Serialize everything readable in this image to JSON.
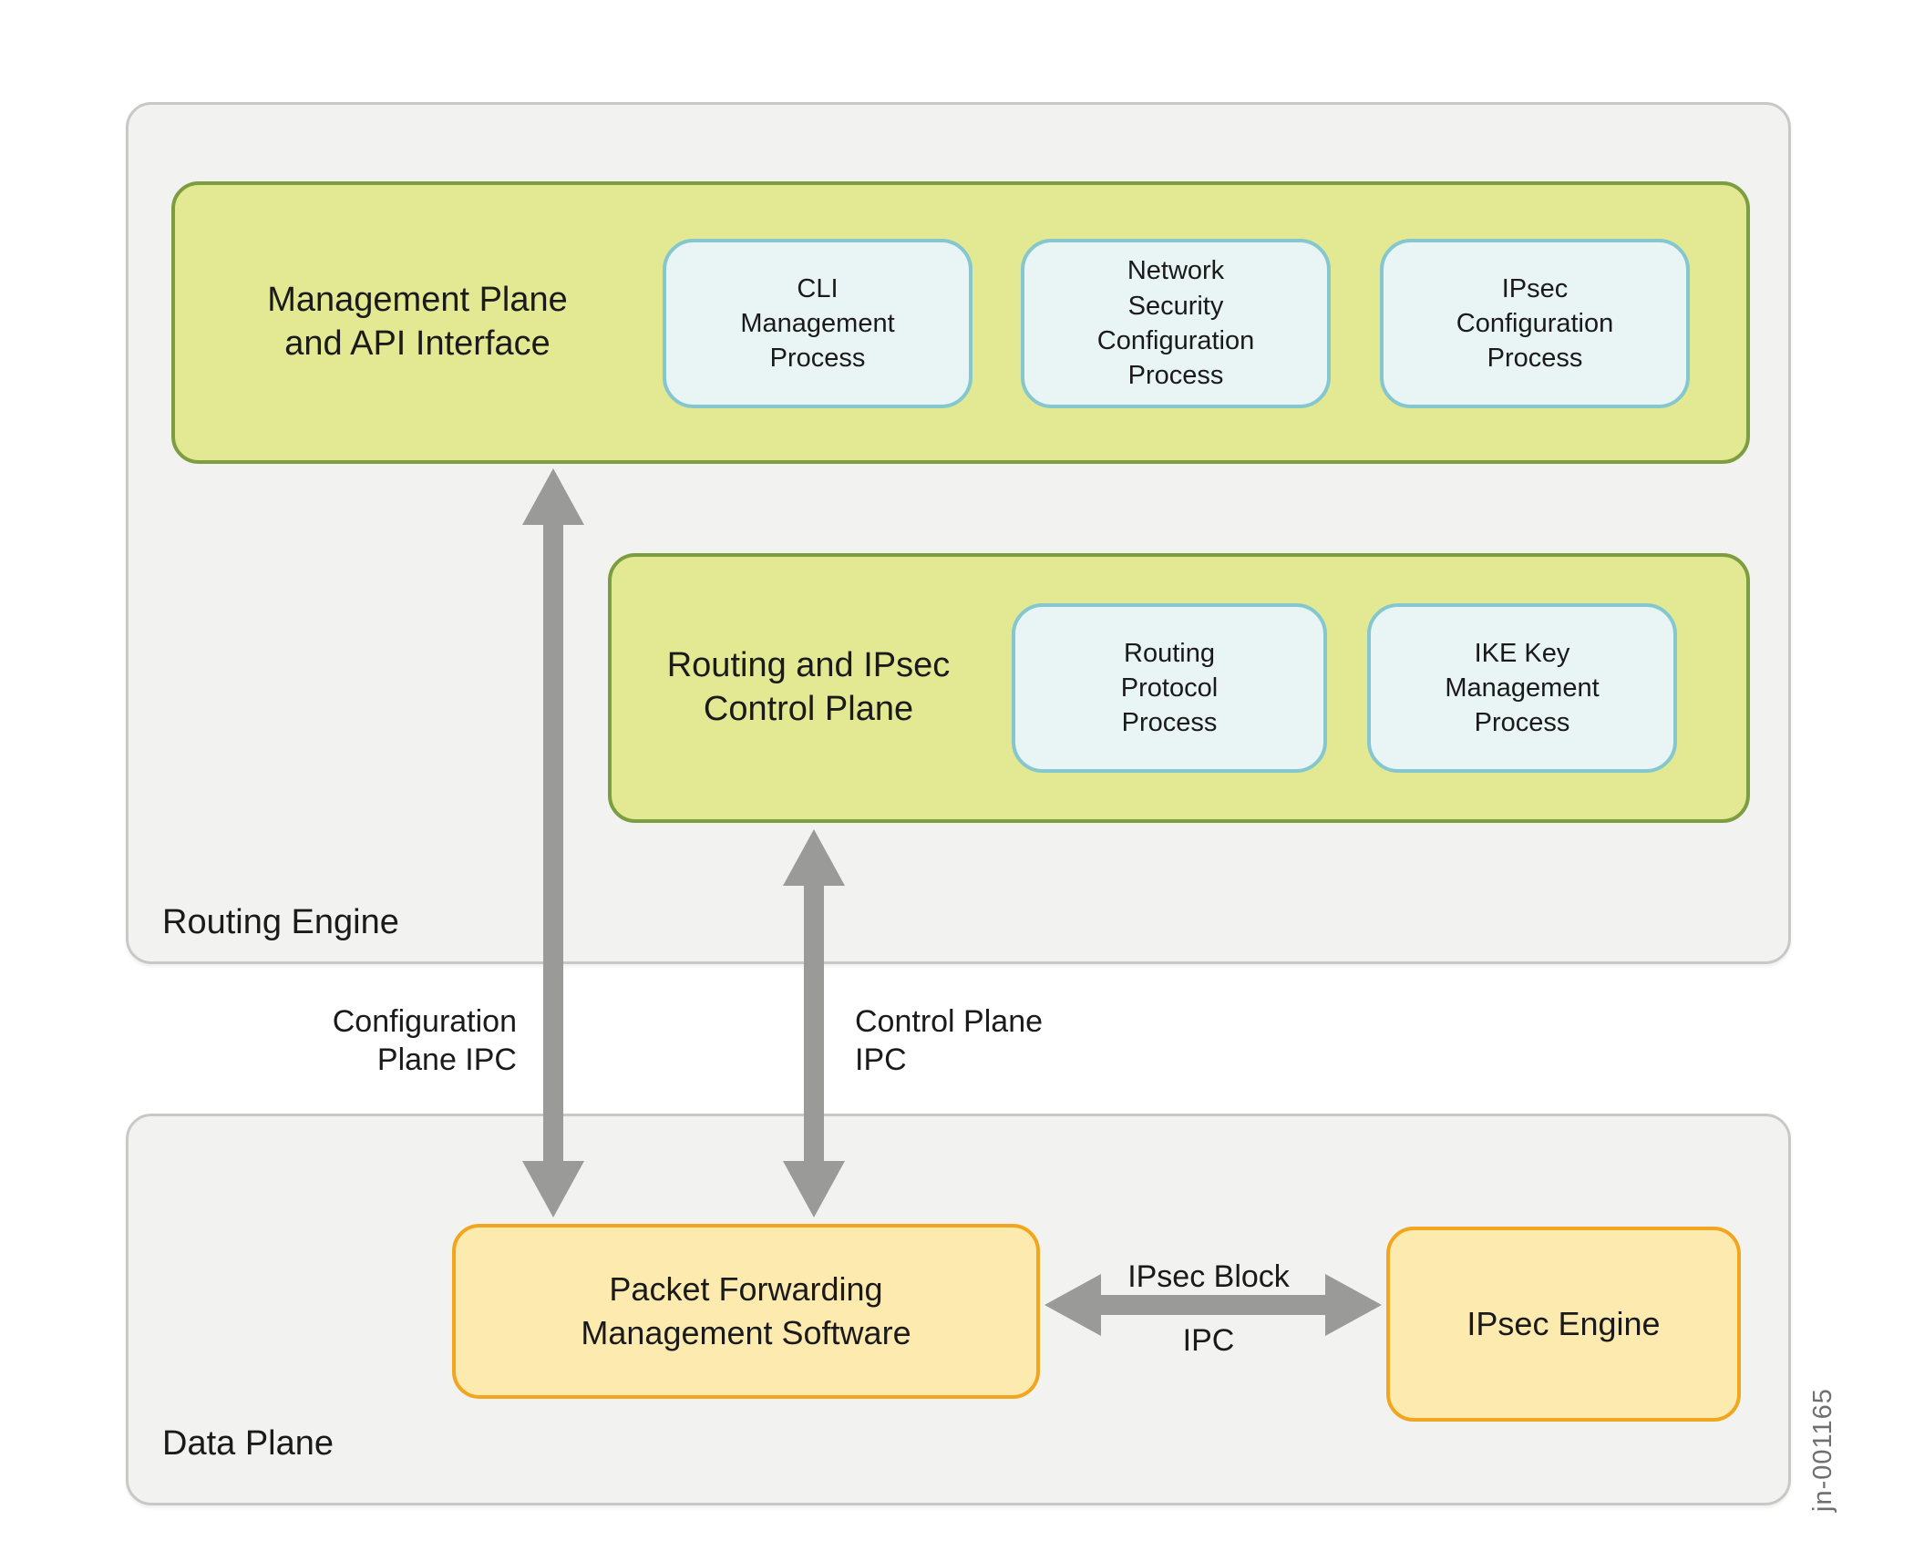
{
  "palette": {
    "plane_fill": "#f2f2f1",
    "plane_border": "#c8c8c7",
    "green_fill": "#e3e892",
    "green_border": "#7c9e41",
    "process_fill": "#e9f4f5",
    "process_border": "#84c7ce",
    "software_fill": "#fdeaaf",
    "software_border": "#f2a51f",
    "arrow": "#9a9a99",
    "text": "#1a1a1a",
    "watermark_text": "#6f6f6f"
  },
  "planes": {
    "routing_engine": {
      "label": "Routing Engine"
    },
    "data_plane": {
      "label": "Data Plane"
    }
  },
  "groups": {
    "management_plane": {
      "label": "Management Plane\nand API Interface"
    },
    "control_plane": {
      "label": "Routing and IPsec\nControl Plane"
    }
  },
  "processes": {
    "cli": {
      "label": "CLI\nManagement\nProcess"
    },
    "network_security": {
      "label": "Network\nSecurity\nConfiguration\nProcess"
    },
    "ipsec_configuration": {
      "label": "IPsec\nConfiguration\nProcess"
    },
    "routing_protocol": {
      "label": "Routing\nProtocol\nProcess"
    },
    "ike_key": {
      "label": "IKE Key\nManagement\nProcess"
    }
  },
  "software": {
    "packet_forwarding": {
      "label": "Packet Forwarding\nManagement Software"
    },
    "ipsec_engine": {
      "label": "IPsec Engine"
    }
  },
  "connections": {
    "configuration_plane_ipc": {
      "label": "Configuration\nPlane IPC"
    },
    "control_plane_ipc": {
      "label": "Control Plane\nIPC"
    },
    "ipsec_block_ipc": {
      "label_top": "IPsec Block",
      "label_bottom": "IPC"
    }
  },
  "watermark": "jn-001165"
}
